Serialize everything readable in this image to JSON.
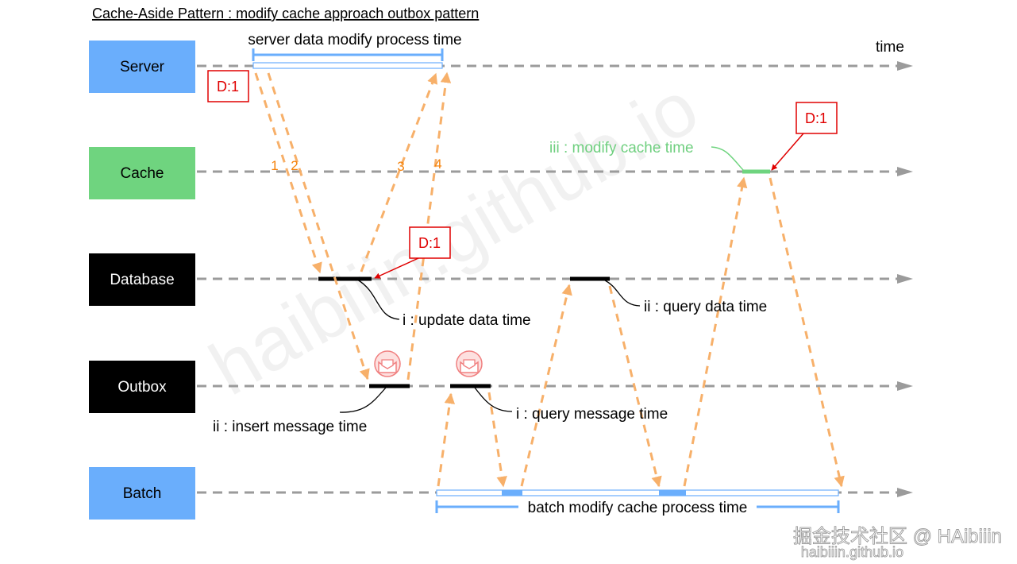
{
  "title": "Cache-Aside Pattern : modify cache approach outbox pattern",
  "time_label": "time",
  "lanes": [
    {
      "label": "Server",
      "fill": "#6aaefc",
      "text_color": "#000000"
    },
    {
      "label": "Cache",
      "fill": "#6fd47f",
      "text_color": "#000000"
    },
    {
      "label": "Database",
      "fill": "#000000",
      "text_color": "#ffffff"
    },
    {
      "label": "Outbox",
      "fill": "#000000",
      "text_color": "#ffffff"
    },
    {
      "label": "Batch",
      "fill": "#6aaefc",
      "text_color": "#000000"
    }
  ],
  "server_span_label": "server data modify process time",
  "batch_span_label": "batch modify cache process time",
  "step_numbers": [
    "1",
    "2",
    "3",
    "4"
  ],
  "data_tags": [
    "D:1",
    "D:1",
    "D:1"
  ],
  "annotations": {
    "update_data": "i : update data time",
    "query_data": "ii : query data time",
    "insert_message": "ii : insert message time",
    "query_message": "i : query message time",
    "modify_cache": "iii : modify cache time"
  },
  "watermark": "haibiiin.github.io",
  "credit": {
    "line1": "掘金技术社区 @ HAibiiin",
    "line2": "haibiiin.github.io"
  },
  "colors": {
    "flow_arrow": "#f7b06a",
    "lifeline": "#9b9b9b",
    "span_bracket": "#6aaefc",
    "data_tag": "#e00000",
    "step_number": "#f5820a",
    "modify_cache": "#6fd47f",
    "message_icon": "#f08080"
  },
  "icons": [
    "envelope-icon",
    "envelope-icon"
  ]
}
